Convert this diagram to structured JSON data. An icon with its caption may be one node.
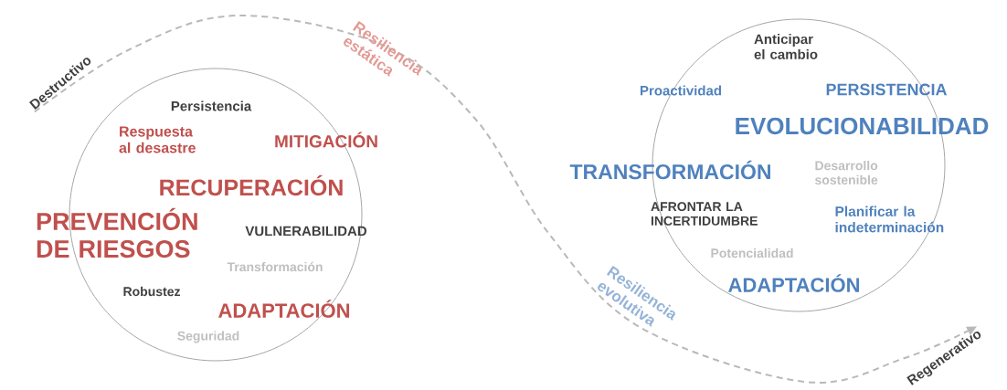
{
  "diagram": {
    "nodes": [
      {
        "text": [],
        "shape": "circle"
      },
      {
        "text": [],
        "shape": "circle"
      },
      {
        "text": [
          "Destructivo"
        ]
      },
      {
        "text": [
          "Regenerativo"
        ]
      }
    ],
    "edges": [
      {
        "from": 2,
        "to": 3,
        "arrow": "to",
        "style": "dashed"
      }
    ],
    "labels": [
      "Resiliencia estática",
      "Persistencia",
      "Respuesta al desastre",
      "MITIGACIÓN",
      "RECUPERACIÓN",
      "PREVENCIÓN DE RIESGOS",
      "VULNERABILIDAD",
      "Transformación",
      "Robustez",
      "ADAPTACIÓN",
      "Seguridad",
      "Anticipar el cambio",
      "Proactividad",
      "PERSISTENCIA",
      "EVOLUCIONABILIDAD",
      "TRANSFORMACIÓN",
      "Desarrollo sostenible",
      "AFRONTAR LA INCERTIDUMBRE",
      "Planificar la indeterminación",
      "Potencialidad",
      "ADAPTACIÓN",
      "Resiliencia evolutiva"
    ]
  }
}
